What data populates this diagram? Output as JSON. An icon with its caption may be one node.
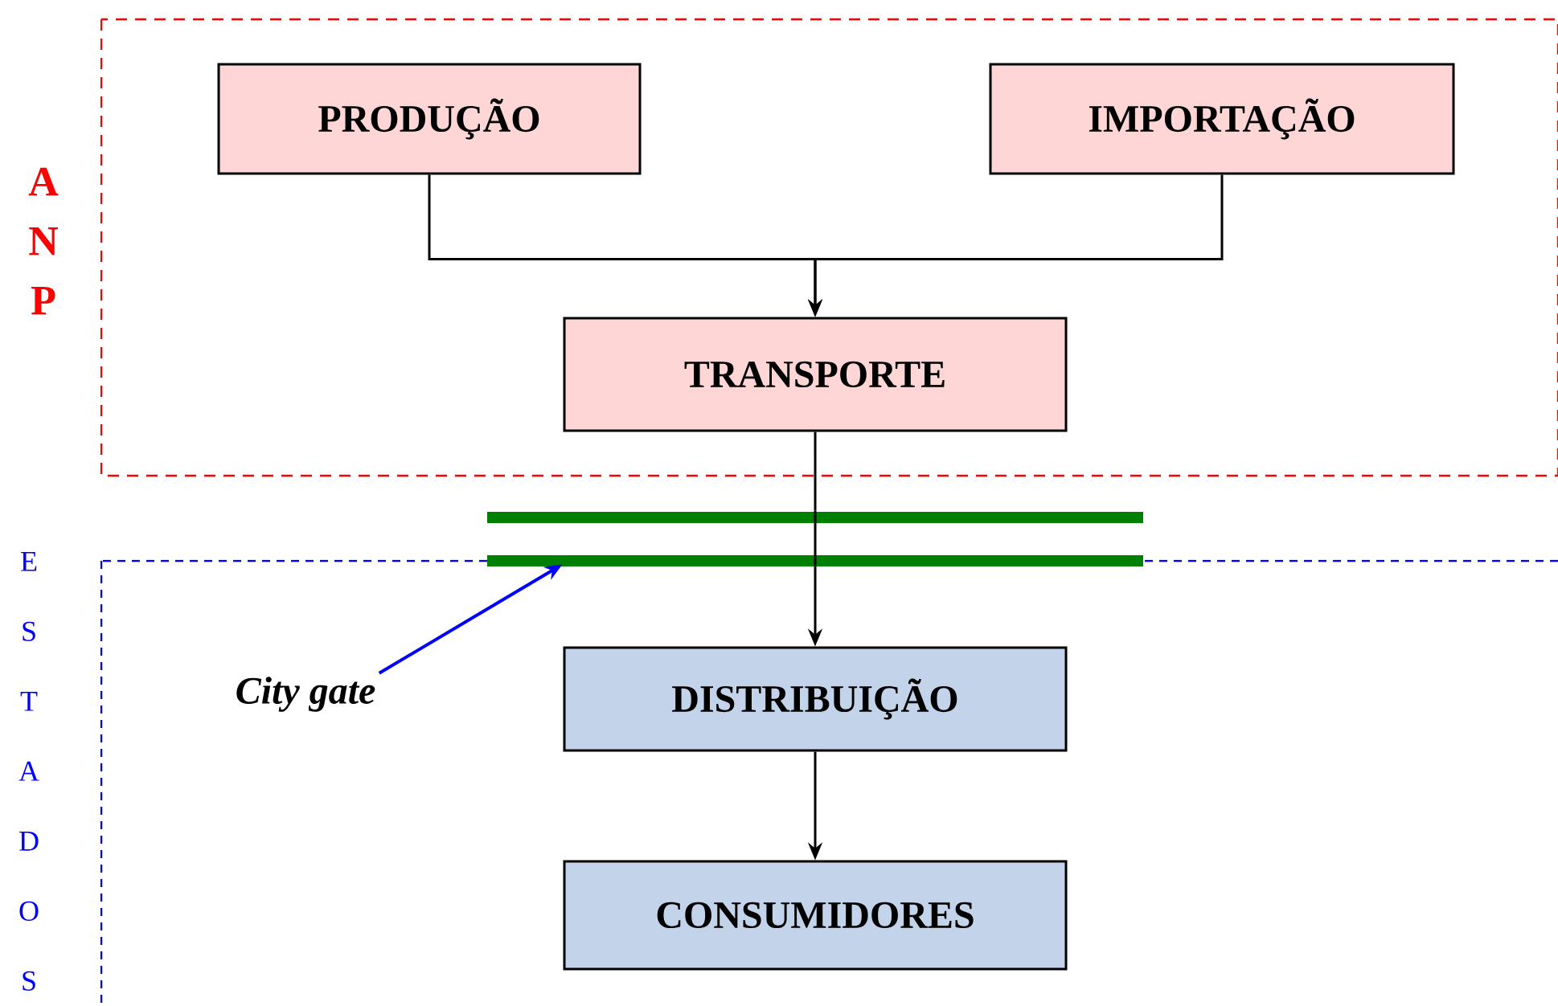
{
  "diagram": {
    "nodes": [
      {
        "text": [
          "A N P"
        ]
      },
      {
        "text": [
          "E S T A D O S"
        ]
      },
      {
        "text": [
          "PRODUÇÃO"
        ],
        "in": 0
      },
      {
        "text": [
          "IMPORTAÇÃO"
        ],
        "in": 0
      },
      {
        "text": [
          "TRANSPORTE"
        ],
        "in": 0
      },
      {
        "text": [
          "DISTRIBUIÇÃO"
        ],
        "in": 1
      },
      {
        "text": [
          "CONSUMIDORES"
        ],
        "in": 1
      },
      {
        "text": [
          "City gate"
        ],
        "in": 1
      },
      {
        "text": [],
        "shape": "bar"
      }
    ],
    "edges": [
      {
        "from": 2,
        "to": 4,
        "arrow": "to"
      },
      {
        "from": 3,
        "to": 4,
        "arrow": "to"
      },
      {
        "from": 4,
        "to": 8,
        "arrow": "none"
      },
      {
        "from": 8,
        "to": 5,
        "arrow": "to"
      },
      {
        "from": 5,
        "to": 6,
        "arrow": "to"
      },
      {
        "from": 7,
        "to": 8,
        "arrow": "to",
        "color": "#0000ff"
      }
    ]
  }
}
